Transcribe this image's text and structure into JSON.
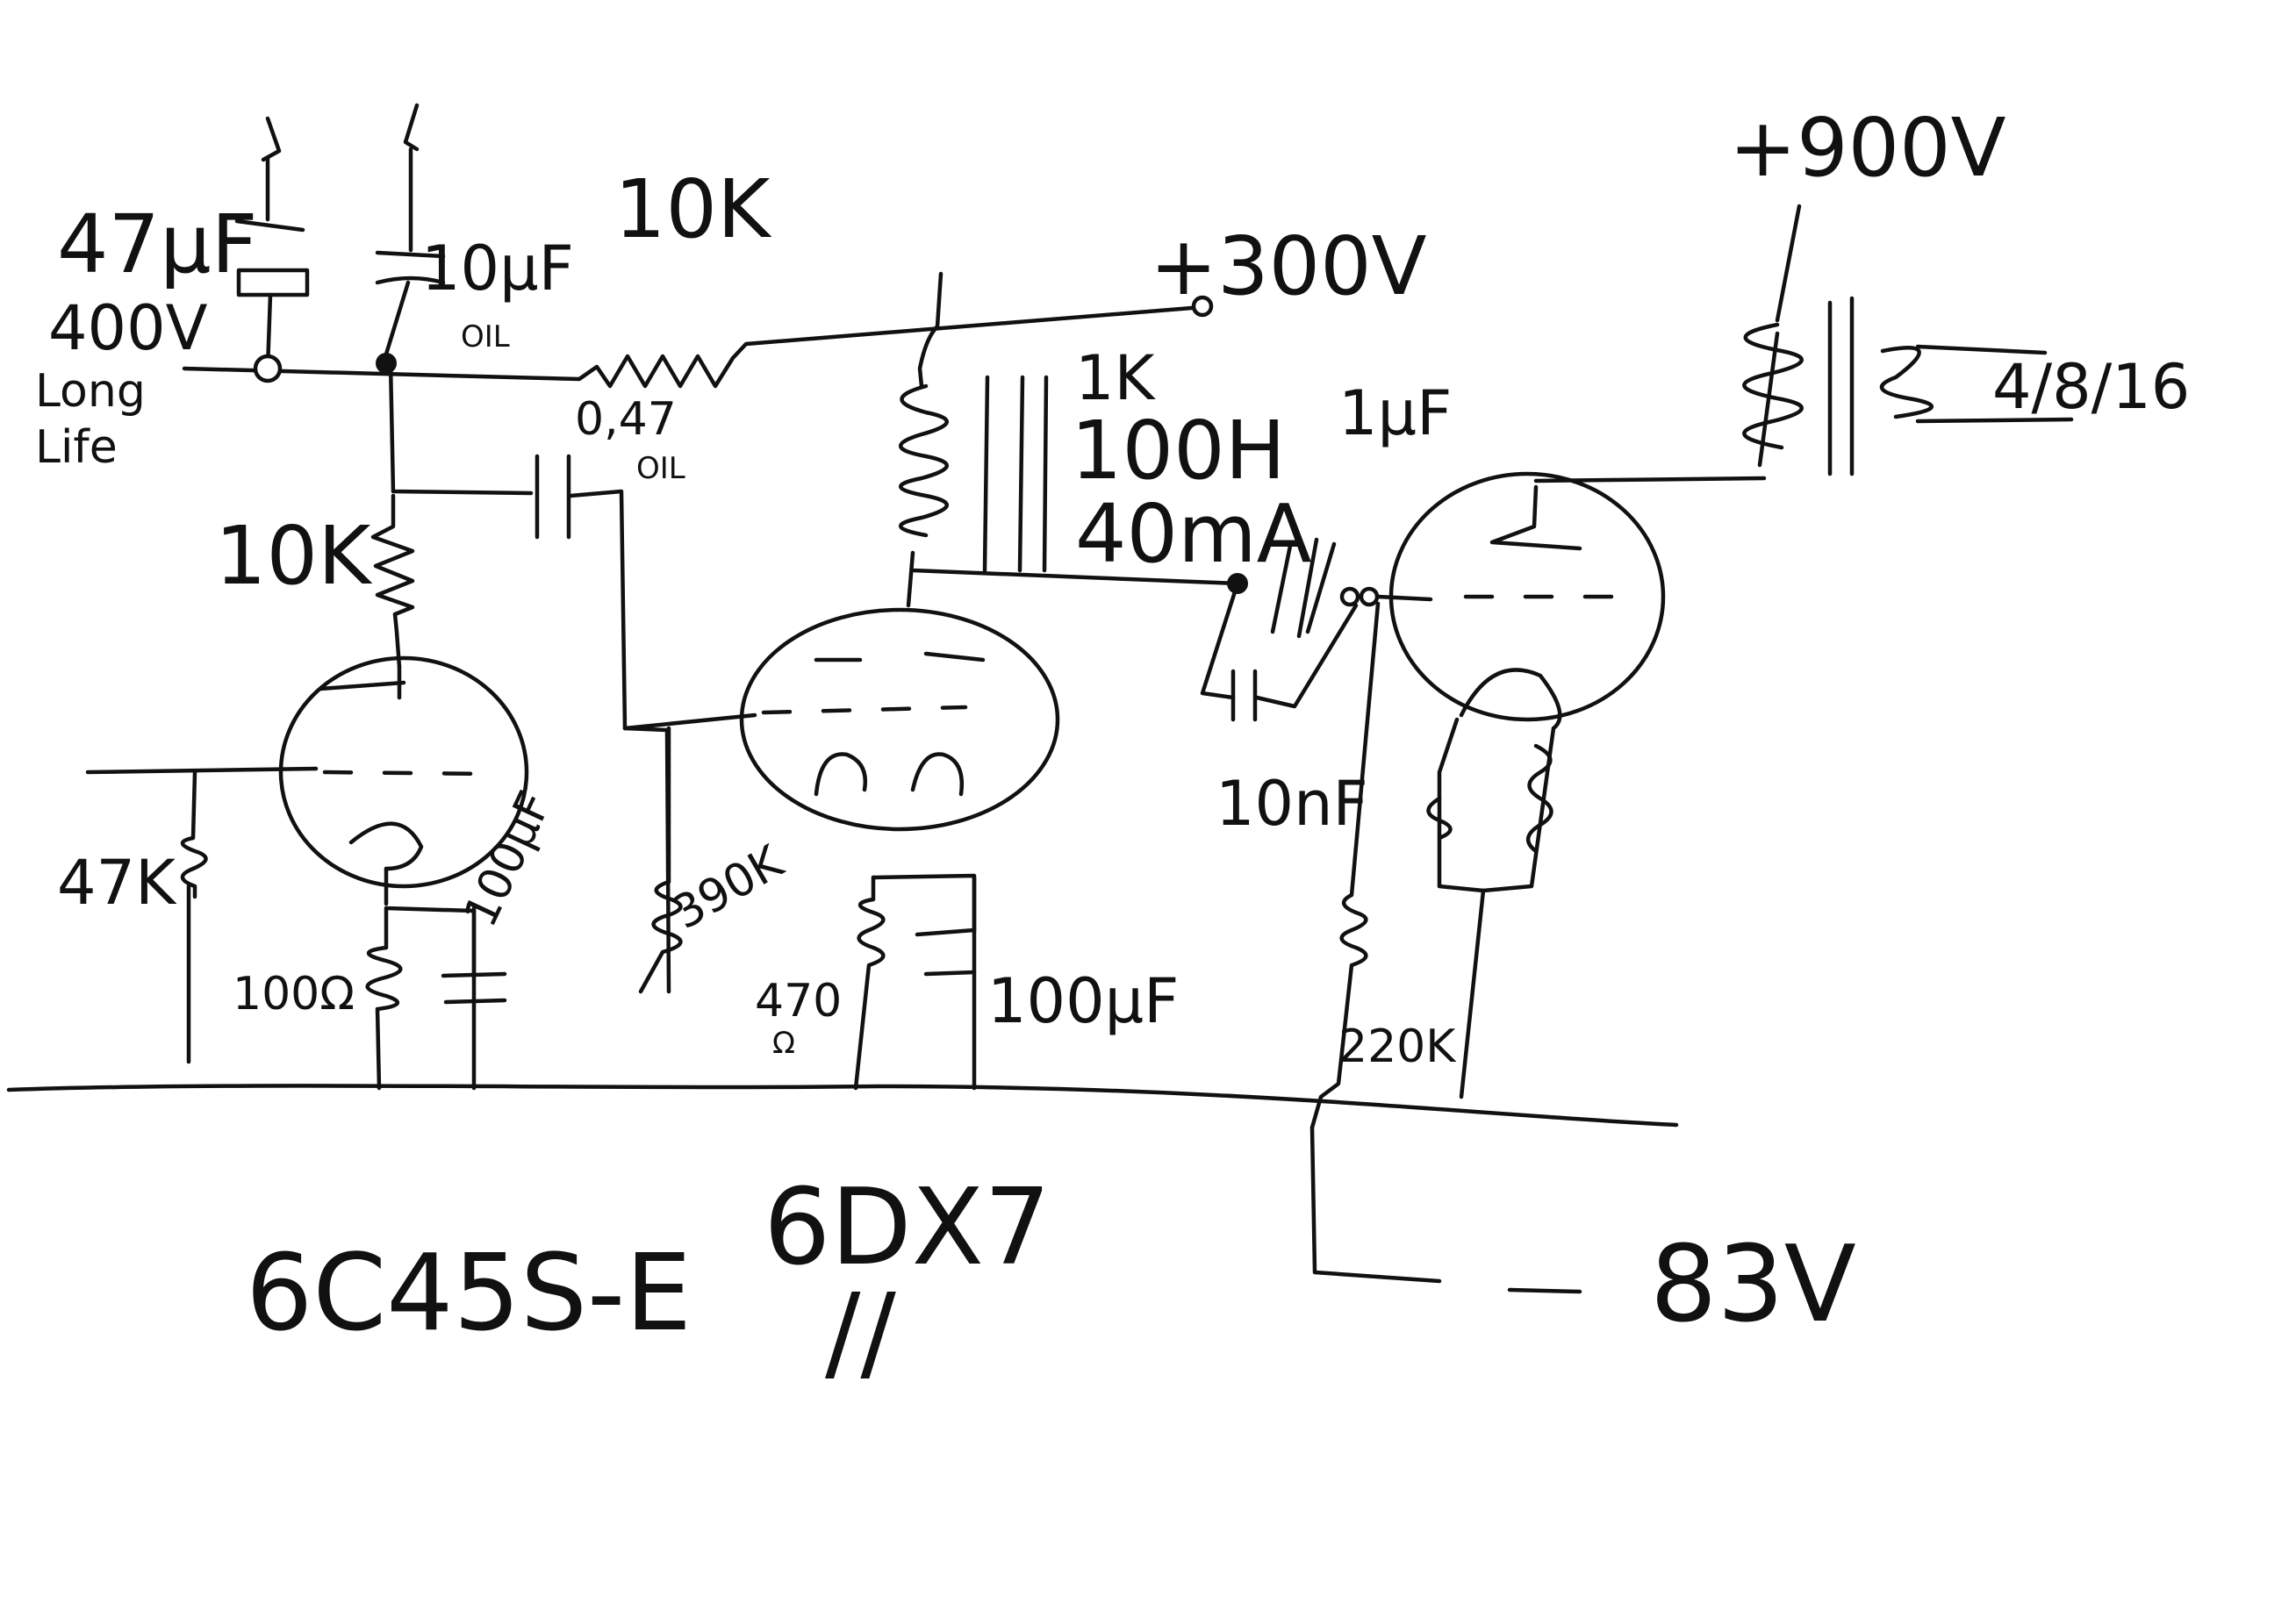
{
  "labels": {
    "c_47uf": "47μF",
    "c_47uf_v": "400V",
    "long_life_1": "Long",
    "long_life_2": "Life",
    "c_10uf": "10μF",
    "oil_1": "OIL",
    "r_10k_top": "10K",
    "b_plus_300": "+300V",
    "c_047": "0,47",
    "oil_2": "OIL",
    "r_10k_plate": "10K",
    "ind_1k": "1K",
    "ind_100h": "100H",
    "ind_40ma": "40mA",
    "c_1uf": "1μF",
    "b_plus_900": "+900V",
    "ot_taps": "4/8/16",
    "r_47k": "47K",
    "r_100": "100Ω",
    "c_100uf_1": "100μF",
    "r_390k": "390K",
    "r_470_1": "470",
    "r_470_2": "Ω",
    "c_100uf_2": "100μF",
    "c_10nf": "10nF",
    "r_220k": "220K",
    "v1_name": "6C45S-E",
    "v2_name": "6DX7",
    "v2_parallel": "//",
    "v3_bias": "83V"
  }
}
